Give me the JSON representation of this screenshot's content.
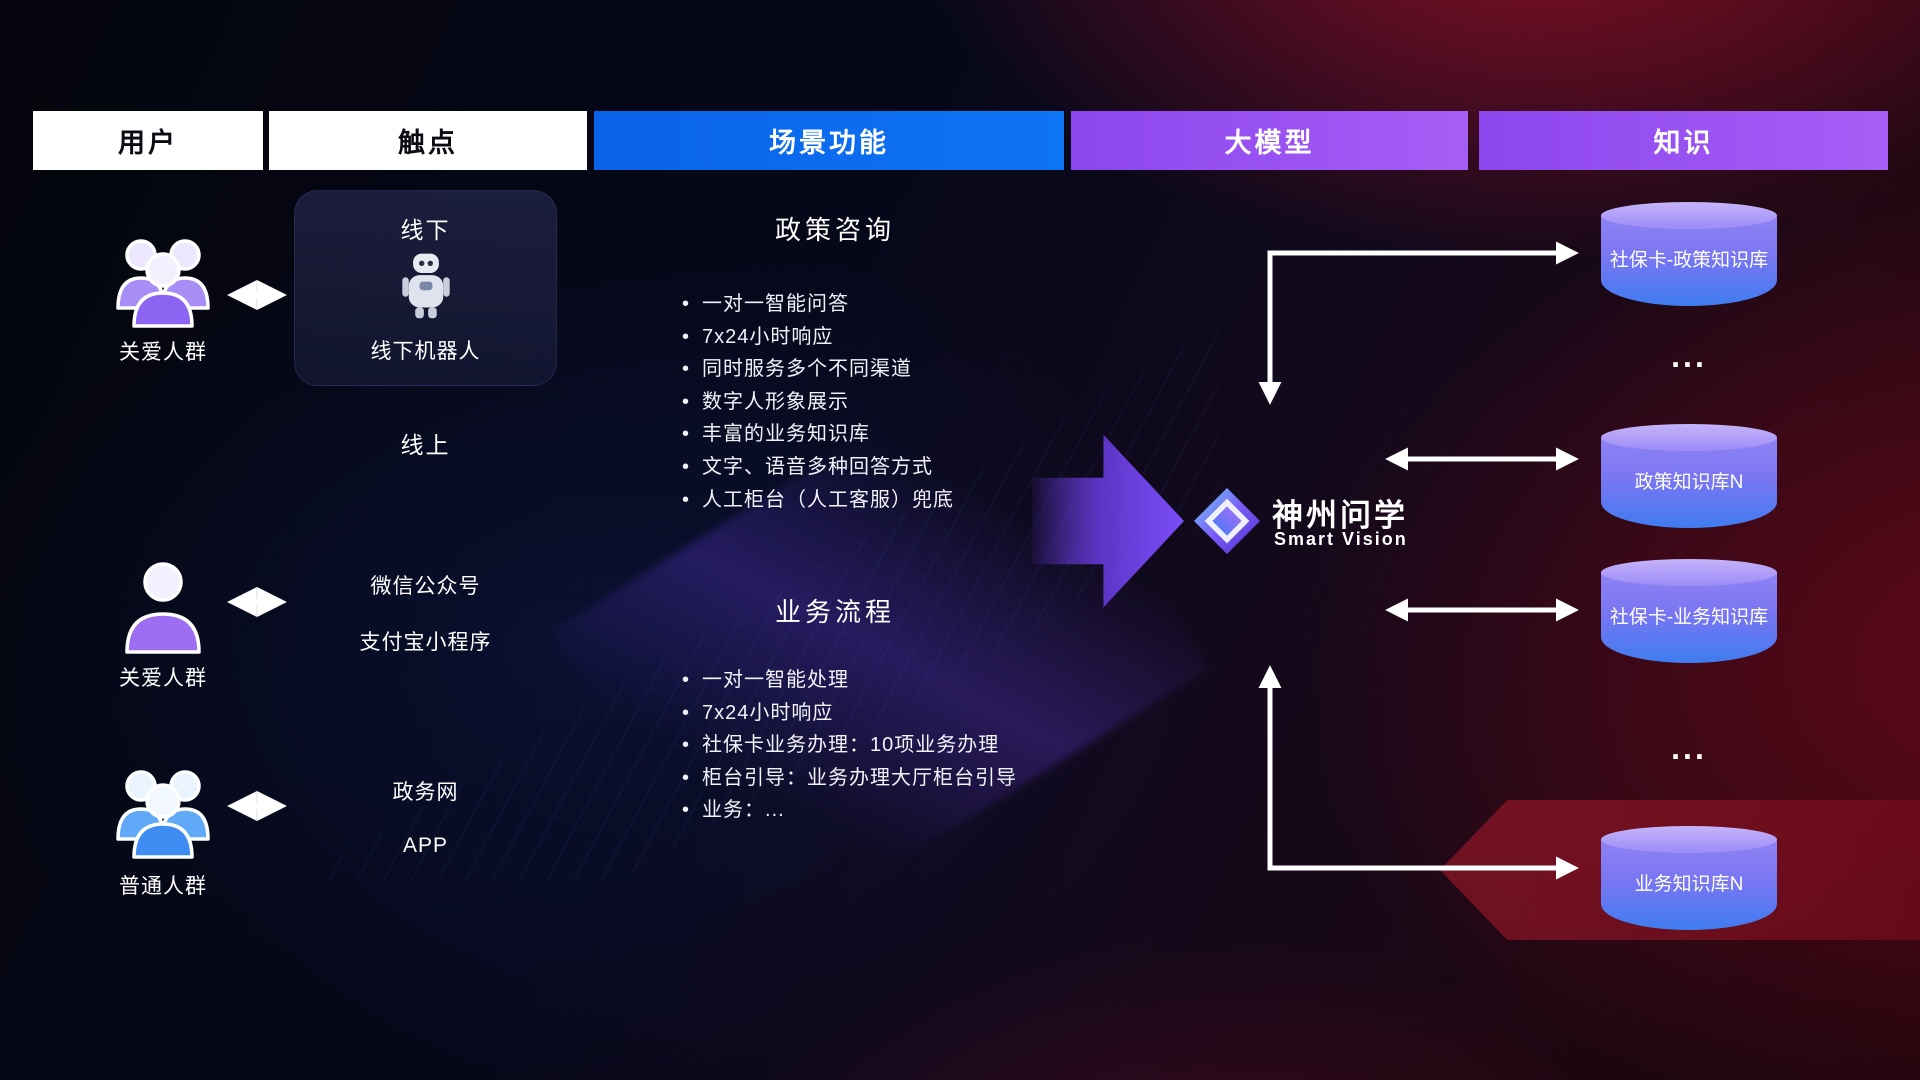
{
  "header": {
    "user": "用户",
    "touchpoint": "触点",
    "scene": "场景功能",
    "model": "大模型",
    "knowledge": "知识"
  },
  "users": [
    {
      "label": "关爱人群",
      "icon": "care-group-purple"
    },
    {
      "label": "关爱人群",
      "icon": "care-person-purple"
    },
    {
      "label": "普通人群",
      "icon": "public-group-blue"
    }
  ],
  "touchpoints": {
    "offline_title": "线下",
    "offline_robot_label": "线下机器人",
    "online_title": "线上",
    "wechat_label": "微信公众号",
    "alipay_label": "支付宝小程序",
    "gov_label": "政务网",
    "app_label": "APP"
  },
  "scenes": [
    {
      "title": "政策咨询",
      "items": [
        "一对一智能问答",
        "7x24小时响应",
        "同时服务多个不同渠道",
        "数字人形象展示",
        "丰富的业务知识库",
        "文字、语音多种回答方式",
        "人工柜台（人工客服）兜底"
      ]
    },
    {
      "title": "业务流程",
      "items": [
        "一对一智能处理",
        "7x24小时响应",
        "社保卡业务办理：10项业务办理",
        "柜台引导：业务办理大厅柜台引导",
        "业务：..."
      ]
    }
  ],
  "model": {
    "name": "神州问学",
    "subtitle": "Smart Vision"
  },
  "knowledge": {
    "dots": "...",
    "cylinders": [
      {
        "label": "社保卡-政策知识库"
      },
      {
        "label": "政策知识库N"
      },
      {
        "label": "社保卡-业务知识库"
      },
      {
        "label": "业务知识库N"
      }
    ]
  },
  "colors": {
    "scene_header_bg": "#0b6df2",
    "model_header_bg": "#9a4df0",
    "knowledge_header_bg": "#9a4df0",
    "white_header_bg": "#ffffff",
    "cylinder_top": "#c6b4fa",
    "cylinder_body_top": "#9082f4",
    "cylinder_body_bottom": "#3f7cf0",
    "connector_arrow": "#ffffff",
    "big_arrow_purple": "#7c4ef8",
    "care_purple": "#8d63f2",
    "public_blue": "#3f8df2"
  }
}
